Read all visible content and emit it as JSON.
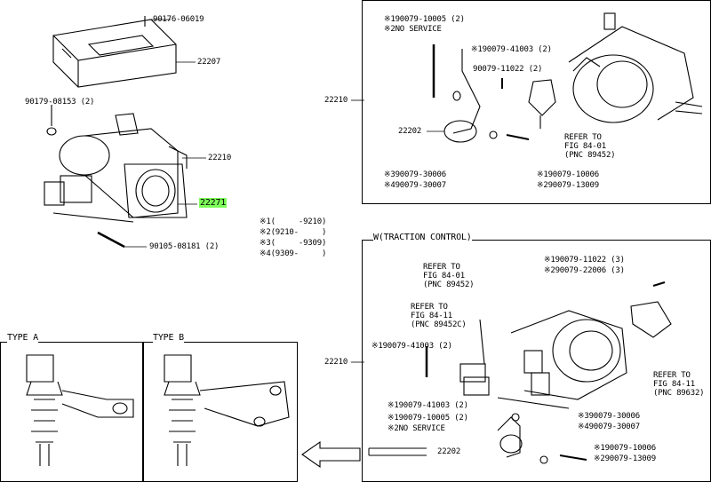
{
  "left": {
    "parts": {
      "p90176": "90176-06019",
      "p22207": "22207",
      "p90179": "90179-08153 (2)",
      "p22210": "22210",
      "p22271": "22271",
      "p90105": "90105-08181 (2)"
    },
    "highlight_color": "#7dff5a",
    "notes": [
      {
        "mark": "※1",
        "text": "(     -9210)"
      },
      {
        "mark": "※2",
        "text": "(9210-     )"
      },
      {
        "mark": "※3",
        "text": "(     -9309)"
      },
      {
        "mark": "※4",
        "text": "(9309-     )"
      }
    ]
  },
  "top_right": {
    "ref_22210": "22210",
    "header": [
      {
        "mark": "※1",
        "text": "90079-10005 (2)"
      },
      {
        "mark": "※2",
        "text": "NO SERVICE"
      }
    ],
    "p41003": {
      "mark": "※1",
      "text": "90079-41003 (2)"
    },
    "p11022": "90079-11022 (2)",
    "p22202": "22202",
    "refer": [
      "REFER TO",
      "FIG 84-01",
      "(PNC 89452)"
    ],
    "bottom_left": [
      {
        "mark": "※3",
        "text": "90079-30006"
      },
      {
        "mark": "※4",
        "text": "90079-30007"
      }
    ],
    "bottom_right": [
      {
        "mark": "※1",
        "text": "90079-10006"
      },
      {
        "mark": "※2",
        "text": "90079-13009"
      }
    ]
  },
  "bottom_right": {
    "title": "W(TRACTION CONTROL)",
    "ref_22210": "22210",
    "refer1": [
      "REFER TO",
      "FIG 84-01",
      "(PNC 89452)"
    ],
    "refer2": [
      "REFER TO",
      "FIG 84-11",
      "(PNC 89452C)"
    ],
    "refer3": [
      "REFER TO",
      "FIG 84-11",
      "(PNC 89632)"
    ],
    "top_right_parts": [
      {
        "mark": "※1",
        "text": "90079-11022 (3)"
      },
      {
        "mark": "※2",
        "text": "90079-22006 (3)"
      }
    ],
    "p41003_a": {
      "mark": "※1",
      "text": "90079-41003 (2)"
    },
    "group_left": [
      {
        "mark": "※1",
        "text": "90079-41003 (2)"
      },
      {
        "mark": "※1",
        "text": "90079-10005 (2)"
      },
      {
        "mark": "※2",
        "text": "NO SERVICE"
      }
    ],
    "p22202": "22202",
    "group_right_a": [
      {
        "mark": "※3",
        "text": "90079-30006"
      },
      {
        "mark": "※4",
        "text": "90079-30007"
      }
    ],
    "group_right_b": [
      {
        "mark": "※1",
        "text": "90079-10006"
      },
      {
        "mark": "※2",
        "text": "90079-13009"
      }
    ]
  },
  "types": {
    "type_a": "TYPE A",
    "type_b": "TYPE B"
  }
}
